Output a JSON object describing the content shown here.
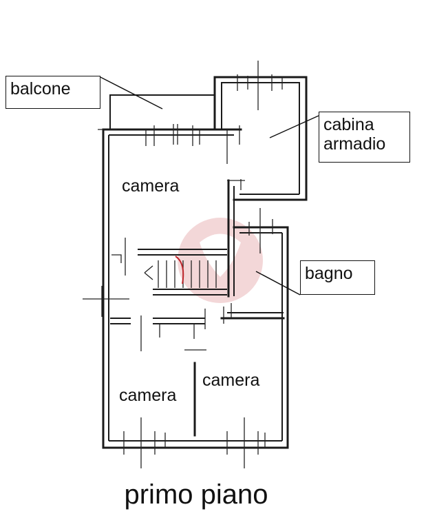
{
  "floor_title": "primo piano",
  "callouts": {
    "balcone": "balcone",
    "cabina_line1": "cabina",
    "cabina_line2": "armadio",
    "bagno": "bagno"
  },
  "rooms": {
    "camera_top": "camera",
    "camera_bottom_left": "camera",
    "camera_bottom_right": "camera"
  }
}
